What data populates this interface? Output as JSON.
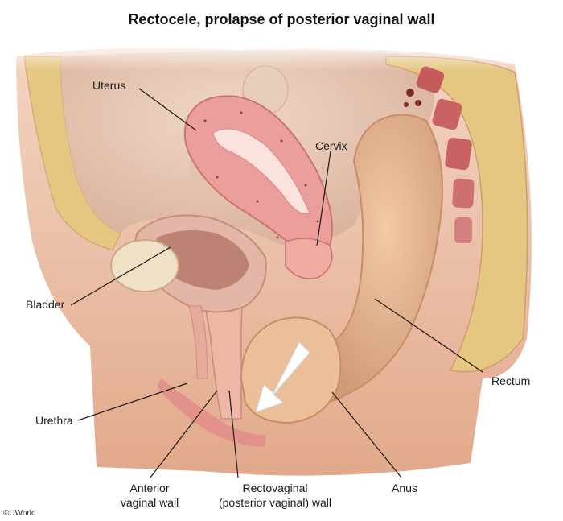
{
  "title": "Rectocele, prolapse of posterior vaginal wall",
  "labels": {
    "uterus": "Uterus",
    "cervix": "Cervix",
    "bladder": "Bladder",
    "rectum": "Rectum",
    "urethra": "Urethra",
    "anterior_line1": "Anterior",
    "anterior_line2": "vaginal wall",
    "rectovaginal_line1": "Rectovaginal",
    "rectovaginal_line2": "(posterior vaginal) wall",
    "anus": "Anus"
  },
  "copyright": "©UWorld",
  "colors": {
    "skin": "#e9b596",
    "skin_dark": "#d99c7b",
    "fat": "#e6c782",
    "uterus": "#ec9e9b",
    "uterus_lumen": "#fbe2de",
    "bladder": "#e3b6a8",
    "rectum": "#e7b38f",
    "vertebra": "#c45a5a",
    "arrow": "#ffffff"
  }
}
